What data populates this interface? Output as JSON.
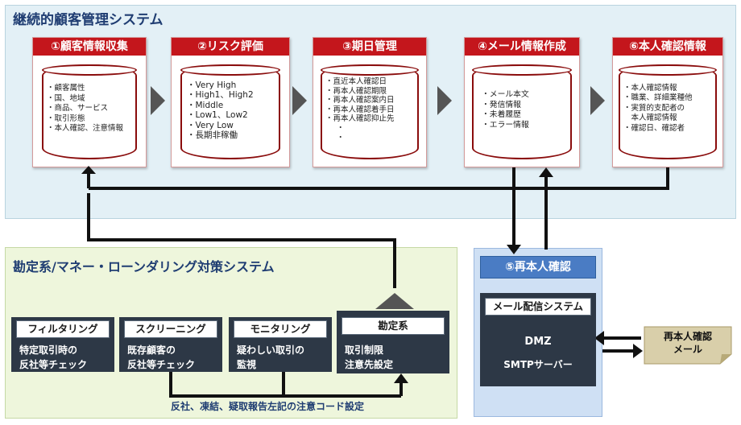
{
  "core_system": {
    "title": "継続的顧客管理システム",
    "cards": [
      {
        "header": "①顧客情報収集",
        "items": [
          "・顧客属性",
          "・国、地域",
          "・商品、サービス",
          "・取引形態",
          "・本人確認、注意情報"
        ]
      },
      {
        "header": "②リスク評価",
        "items": [
          "・Very High",
          "・High1、High2",
          "・Middle",
          "・Low1、Low2",
          "・Very Low",
          "・長期非稼働"
        ]
      },
      {
        "header": "③期日管理",
        "items": [
          "・直近本人確認日",
          "・再本人確認期限",
          "・再本人確認案内日",
          "・再本人確認着手日",
          "・再本人確認抑止先",
          "・",
          "・"
        ]
      },
      {
        "header": "④メール情報作成",
        "items": [
          "・メール本文",
          "・発信情報",
          "・未着履歴",
          "・エラー情報"
        ]
      },
      {
        "header": "⑥本人確認情報",
        "items": [
          "・本人確認情報",
          "・職業、詳細業種他",
          "・実質的支配者の",
          "　本人確認情報",
          "・確認日、確認者"
        ]
      }
    ]
  },
  "aml_system": {
    "title": "勘定系/マネー・ローンダリング対策システム",
    "modules": [
      {
        "label": "フィルタリング",
        "desc": [
          "特定取引時の",
          "反社等チェック"
        ]
      },
      {
        "label": "スクリーニング",
        "desc": [
          "既存顧客の",
          "反社等チェック"
        ]
      },
      {
        "label": "モニタリング",
        "desc": [
          "疑わしい取引の",
          "監視"
        ]
      },
      {
        "label": "勘定系",
        "desc": [
          "取引制限",
          "注意先設定"
        ]
      }
    ],
    "footer": "反社、凍結、疑取報告左記の注意コード設定"
  },
  "reconfirm": {
    "title": "⑤再本人確認",
    "mail_system": "メール配信システム",
    "dmz": "DMZ",
    "smtp": "SMTPサーバー"
  },
  "external_mail": {
    "line1": "再本人確認",
    "line2": "メール"
  },
  "colors": {
    "red": "#c4161c",
    "dark": "#2d3846",
    "blue": "#4a7cc4",
    "navy_title": "#1f3d72"
  }
}
